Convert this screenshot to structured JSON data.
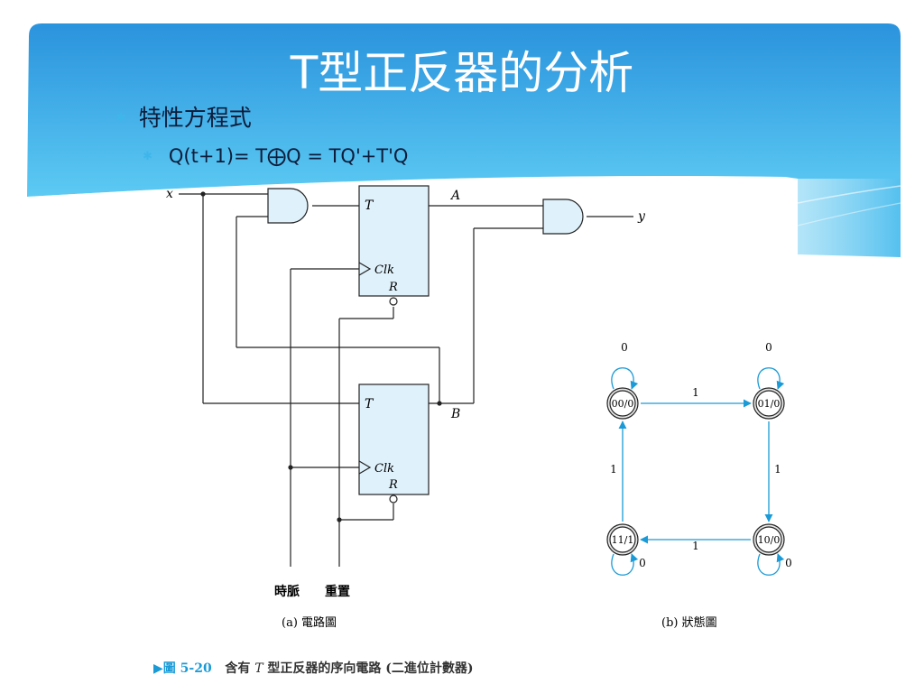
{
  "slide": {
    "title": "T型正反器的分析",
    "bullets": [
      {
        "text": "特性方程式"
      },
      {
        "text": "Q(t+1)= T⨁Q = TQ'+T'Q"
      }
    ]
  },
  "circuit": {
    "labels": {
      "x": "x",
      "y": "y",
      "a": "A",
      "b": "B",
      "t_top": "T",
      "clk_top": "Clk",
      "r_top": "R",
      "t_bottom": "T",
      "clk_bottom": "Clk",
      "r_bottom": "R",
      "clock": "時脈",
      "reset": "重置"
    },
    "caption": "(a) 電路圖"
  },
  "state_diagram": {
    "states": [
      {
        "id": "00",
        "label": "00/0"
      },
      {
        "id": "01",
        "label": "01/0"
      },
      {
        "id": "10",
        "label": "10/0"
      },
      {
        "id": "11",
        "label": "11/1"
      }
    ],
    "transitions": [
      {
        "from": "00",
        "to": "00",
        "input": "0"
      },
      {
        "from": "00",
        "to": "01",
        "input": "1"
      },
      {
        "from": "01",
        "to": "01",
        "input": "0"
      },
      {
        "from": "01",
        "to": "10",
        "input": "1"
      },
      {
        "from": "10",
        "to": "10",
        "input": "0"
      },
      {
        "from": "10",
        "to": "11",
        "input": "1"
      },
      {
        "from": "11",
        "to": "11",
        "input": "0"
      },
      {
        "from": "11",
        "to": "00",
        "input": "1"
      }
    ],
    "caption": "(b) 狀態圖"
  },
  "figure_caption": {
    "marker": "▶",
    "figure_no": "圖 5-20",
    "text_before": "含有",
    "italic_part": "T",
    "text_after": "型正反器的序向電路 (二進位計數器)"
  },
  "colors": {
    "header_top": "#2a93dd",
    "header_bottom": "#5ccaf3",
    "accent": "#3fb6ea",
    "state_line": "#1a9ad6",
    "text_dark": "#0c1c3a"
  }
}
